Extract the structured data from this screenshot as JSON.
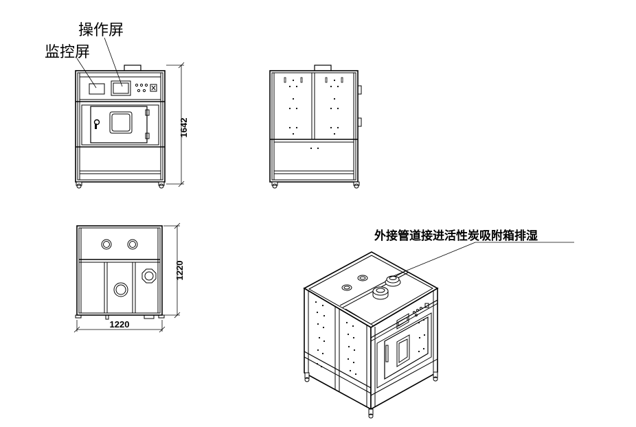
{
  "labels": {
    "operation_screen": "操作屏",
    "monitor_screen": "监控屏",
    "exhaust_note": "外接管道接进活性炭吸附箱排湿"
  },
  "dimensions": {
    "height": "1642",
    "depth": "1220",
    "width": "1220"
  }
}
